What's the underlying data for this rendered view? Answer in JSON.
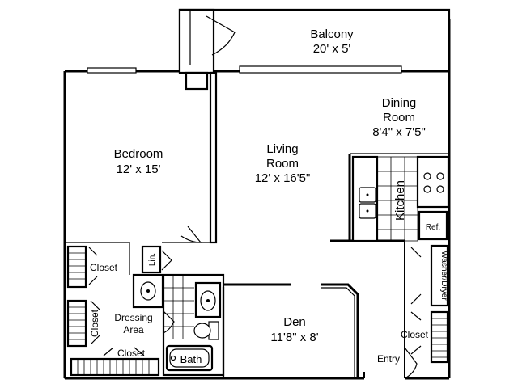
{
  "rooms": {
    "balcony": {
      "name": "Balcony",
      "size": "20' x 5'"
    },
    "dining": {
      "name_line1": "Dining",
      "name_line2": "Room",
      "size": "8'4\" x 7'5\""
    },
    "bedroom": {
      "name": "Bedroom",
      "size": "12' x 15'"
    },
    "living": {
      "name_line1": "Living",
      "name_line2": "Room",
      "size": "12' x 16'5\""
    },
    "kitchen": {
      "name": "Kitchen",
      "fridge": "Ref."
    },
    "den": {
      "name": "Den",
      "size": "11'8\" x 8'"
    },
    "dressing": {
      "name_line1": "Dressing",
      "name_line2": "Area"
    },
    "bath": {
      "name": "Bath"
    },
    "linen": {
      "name": "Lin."
    },
    "washer": {
      "name": "Washer/Dryer"
    },
    "entry": {
      "name": "Entry"
    }
  },
  "closets": {
    "upper_left": "Closet",
    "left_vertical": "Closet",
    "bottom_left": "Closet",
    "right": "Closet"
  }
}
